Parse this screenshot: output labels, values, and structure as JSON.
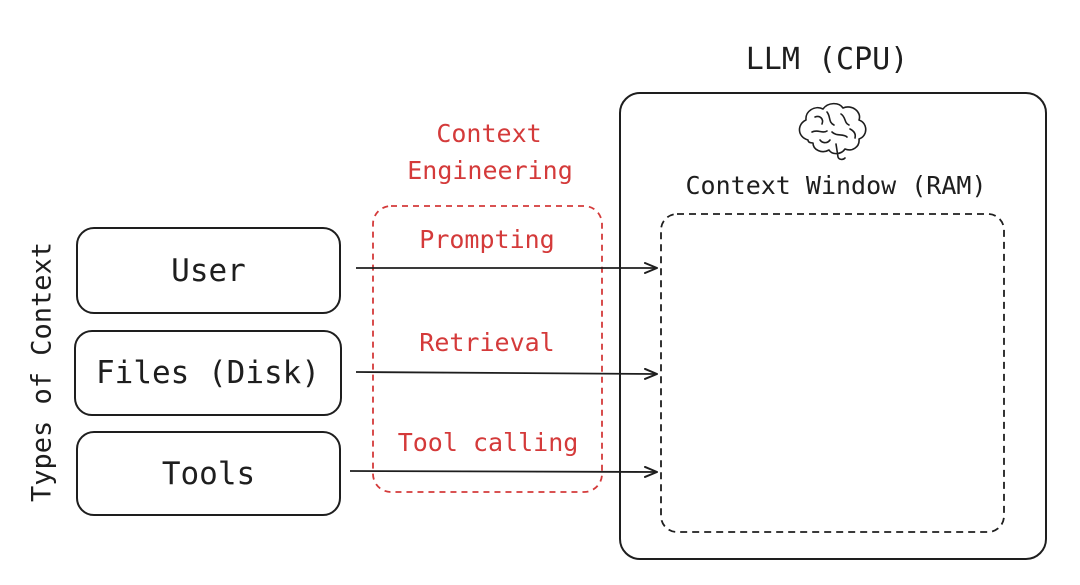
{
  "sources": {
    "axis_label": "Types of Context",
    "items": [
      {
        "label": "User"
      },
      {
        "label": "Files (Disk)"
      },
      {
        "label": "Tools"
      }
    ]
  },
  "engineering": {
    "title_line1": "Context",
    "title_line2": "Engineering",
    "steps": [
      {
        "label": "Prompting"
      },
      {
        "label": "Retrieval"
      },
      {
        "label": "Tool calling"
      }
    ]
  },
  "llm": {
    "title": "LLM (CPU)",
    "window_label": "Context Window (RAM)",
    "icon": "brain-icon"
  },
  "colors": {
    "ink": "#1e1e1e",
    "accent": "#d43a3a",
    "background": "#ffffff"
  }
}
